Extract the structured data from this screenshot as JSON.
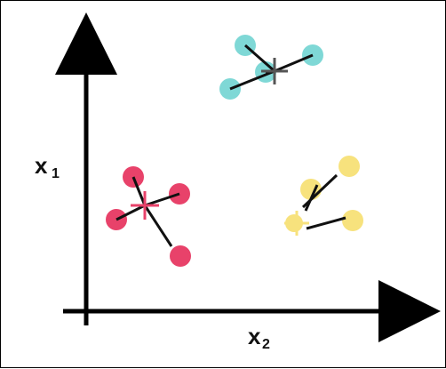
{
  "axes": {
    "y_label": "x",
    "y_subscript": "1",
    "x_label": "x",
    "x_subscript": "2",
    "color": "#000000"
  },
  "clusters": [
    {
      "name": "cyan-cluster",
      "color": "#7fd8d6",
      "centroid_color": "#555555"
    },
    {
      "name": "pink-cluster",
      "color": "#e8426a",
      "centroid_color": "#e8426a"
    },
    {
      "name": "yellow-cluster",
      "color": "#f7e27d",
      "centroid_color": "#f7e27d"
    }
  ]
}
